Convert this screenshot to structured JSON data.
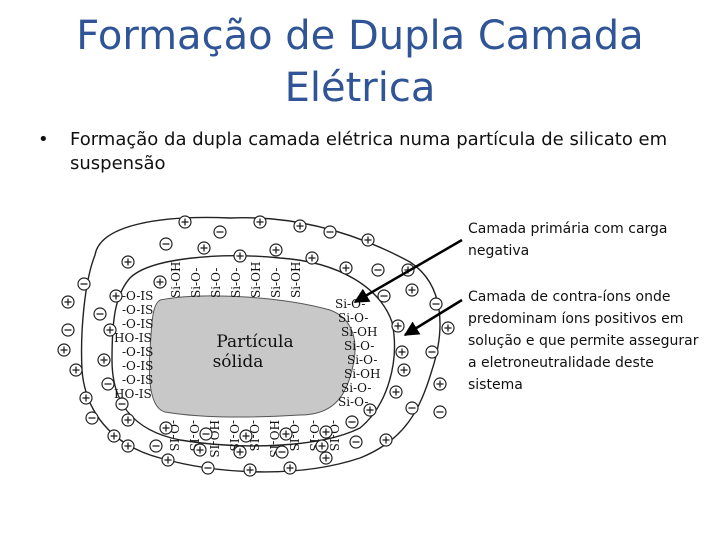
{
  "slide": {
    "title_line1": "Formação de Dupla Camada",
    "title_line2": "Elétrica",
    "bullet": "Formação da dupla camada elétrica numa partícula de silicato em suspensão",
    "bullet_marker": "•"
  },
  "diagram": {
    "particle_label_line1": "Partícula",
    "particle_label_line2": "sólida",
    "surface_groups": {
      "top": [
        "Si-OH",
        "Si-O-",
        "Si-O-",
        "Si-O-",
        "Si-OH",
        "Si-O-",
        "Si-OH"
      ],
      "right": [
        "Si-O-",
        "Si-O-",
        "Si-OH",
        "Si-O-",
        "Si-O-",
        "Si-OH",
        "Si-O-",
        "Si-O-"
      ],
      "left": [
        "-O-IS",
        "-O-IS",
        "-O-IS",
        "HO-IS",
        "-O-IS",
        "-O-IS",
        "-O-IS",
        "HO-IS"
      ],
      "bottom": [
        "-O-IS",
        "-O-IS",
        "HO-IS",
        "-O-IS",
        "-O-IS",
        "HO-IS",
        "-O-IS",
        "-O-IS",
        "-O-IS"
      ]
    },
    "colors": {
      "particle": "#c8c8c8",
      "layer_line": "#222222",
      "arrow": "#000000"
    }
  },
  "notes": {
    "primary_layer": "Camada primária com carga negativa",
    "counter_ion_layer": "Camada de contra-íons onde predominam íons positivos em solução e que permite assegurar a eletroneutralidade deste sistema"
  }
}
